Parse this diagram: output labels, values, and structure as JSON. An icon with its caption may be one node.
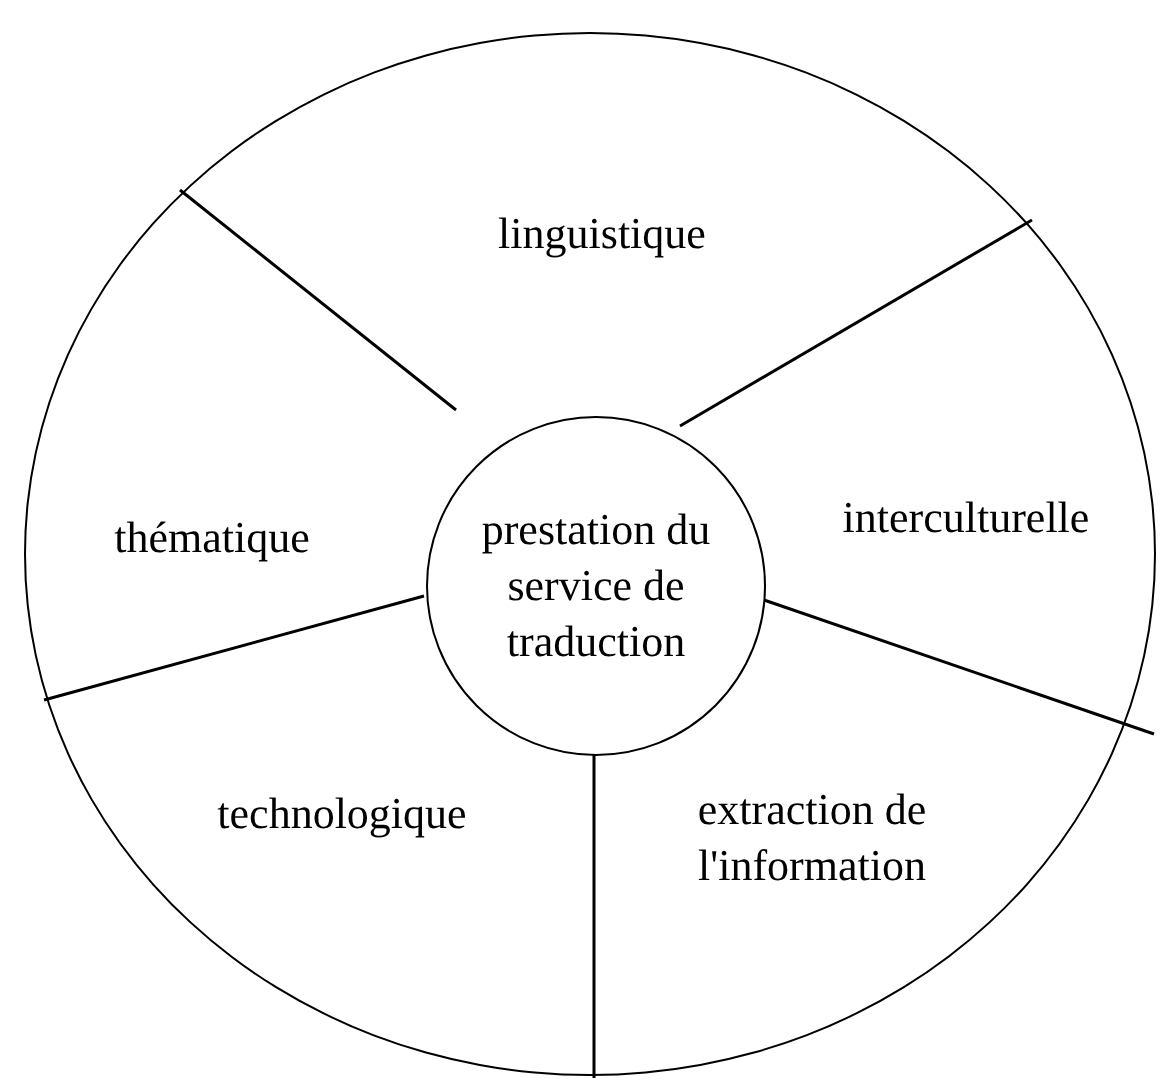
{
  "diagram": {
    "nodes": [
      {
        "text": [],
        "shape": "ellipse"
      },
      {
        "text": [
          "prestation du service de traduction"
        ],
        "in": 0
      },
      {
        "text": [
          "linguistique"
        ],
        "in": 0
      },
      {
        "text": [
          "thématique"
        ],
        "in": 0
      },
      {
        "text": [
          "interculturelle"
        ],
        "in": 0
      },
      {
        "text": [
          "technologique"
        ],
        "in": 0
      },
      {
        "text": [
          "extraction de l'information"
        ],
        "in": 0
      }
    ]
  }
}
